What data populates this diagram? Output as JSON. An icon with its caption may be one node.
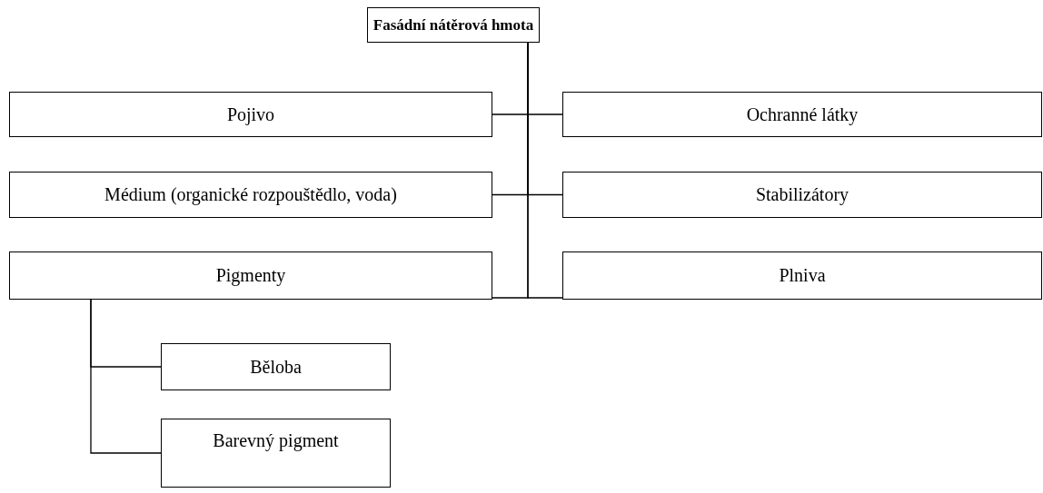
{
  "diagram": {
    "nodes": [
      {
        "text": [
          "Fasádní nátěrová hmota"
        ]
      },
      {
        "text": [
          "Pojivo"
        ]
      },
      {
        "text": [
          "Ochranné látky"
        ]
      },
      {
        "text": [
          "Médium (organické rozpouštědlo, voda)"
        ]
      },
      {
        "text": [
          "Stabilizátory"
        ]
      },
      {
        "text": [
          "Pigmenty"
        ]
      },
      {
        "text": [
          "Plniva"
        ]
      },
      {
        "text": [
          "Běloba"
        ]
      },
      {
        "text": [
          "Barevný pigment"
        ]
      }
    ],
    "edges": [
      {
        "from": 0,
        "to": 1,
        "arrow": "none"
      },
      {
        "from": 0,
        "to": 2,
        "arrow": "none"
      },
      {
        "from": 0,
        "to": 3,
        "arrow": "none"
      },
      {
        "from": 0,
        "to": 4,
        "arrow": "none"
      },
      {
        "from": 0,
        "to": 5,
        "arrow": "none"
      },
      {
        "from": 0,
        "to": 6,
        "arrow": "none"
      },
      {
        "from": 5,
        "to": 7,
        "arrow": "none"
      },
      {
        "from": 5,
        "to": 8,
        "arrow": "none"
      }
    ]
  }
}
